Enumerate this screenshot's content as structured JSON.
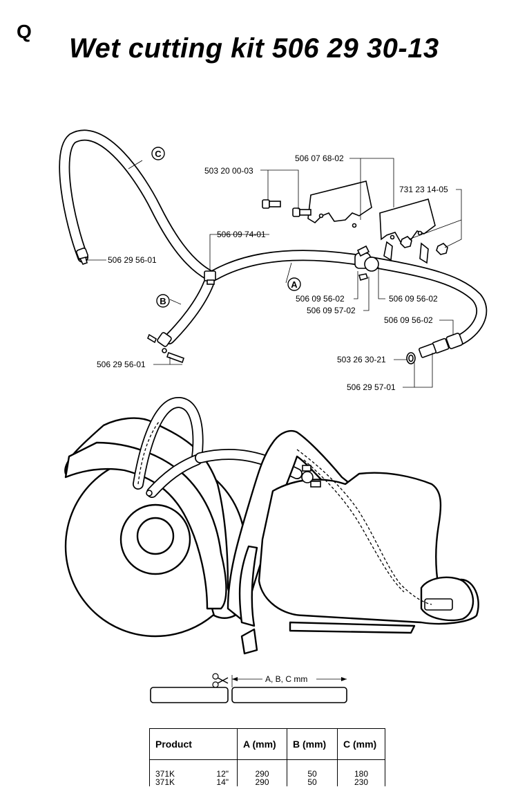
{
  "page": {
    "section_letter": "Q",
    "title": "Wet cutting kit 506 29 30-13"
  },
  "callouts": {
    "hose_a": "A",
    "hose_b": "B",
    "hose_c": "C"
  },
  "part_labels": {
    "p_506_07_68_02": "506 07 68-02",
    "p_503_20_00_03": "503 20 00-03",
    "p_731_23_14_05": "731 23 14-05",
    "p_506_09_74_01": "506 09 74-01",
    "p_506_29_56_01_top": "506 29 56-01",
    "p_506_09_56_02_left": "506 09 56-02",
    "p_506_09_57_02": "506 09 57-02",
    "p_506_09_56_02_right": "506 09 56-02",
    "p_506_09_56_02_lower": "506 09 56-02",
    "p_503_26_30_21": "503 26 30-21",
    "p_506_29_57_01": "506 29 57-01",
    "p_506_29_56_01_bottom": "506 29 56-01"
  },
  "hose_length": {
    "label": "A, B, C mm"
  },
  "table": {
    "headers": [
      "Product",
      "A (mm)",
      "B (mm)",
      "C (mm)"
    ],
    "rows": [
      {
        "product": "371K",
        "size": "12\"",
        "a": "290",
        "b": "50",
        "c": "180"
      },
      {
        "product": "371K",
        "size": "14\"",
        "a": "290",
        "b": "50",
        "c": "230"
      }
    ]
  }
}
